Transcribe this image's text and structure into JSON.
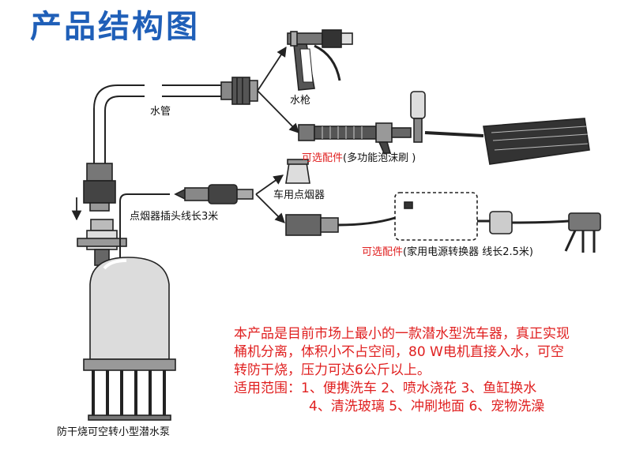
{
  "title": "产品结构图",
  "labels": {
    "hose": "水管",
    "spray_gun": "水枪",
    "optional_brush_prefix": "可选配件",
    "optional_brush_text": "(多功能泡沫刷 )",
    "car_lighter": "车用点烟器",
    "lighter_plug_cable": "点烟器插头线长3米",
    "optional_adapter_prefix": "可选配件",
    "optional_adapter_text": "(家用电源转换器 线长2.5米)",
    "pump": "防干烧可空转小型潜水泵"
  },
  "description": {
    "line1": "本产品是目前市场上最小的一款潜水型洗车器，真正实现",
    "line2": "桶机分离，体积小不占空间，80 W电机直接入水，可空",
    "line3": "转防干烧，压力可达6公斤以上。",
    "line4": "适用范围：1、便携洗车 2、喷水浇花 3、鱼缸换水",
    "line5": "4、清洗玻璃 5、冲刷地面 6、宠物洗澡"
  },
  "colors": {
    "title": "#1f5fb8",
    "highlight": "#e02020",
    "line": "#222222"
  }
}
